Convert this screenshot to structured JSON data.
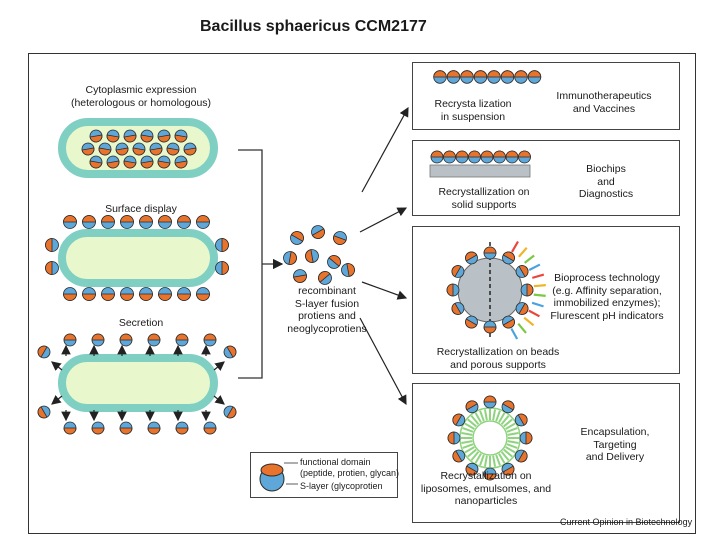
{
  "title": "Bacillus sphaericus CCM2177",
  "left_panel": {
    "cytoplasmic_label_1": "Cytoplasmic expression",
    "cytoplasmic_label_2": "(heterologous or homologous)",
    "surface_label": "Surface display",
    "secretion_label": "Secretion"
  },
  "center": {
    "label_1": "recombinant",
    "label_2": "S-layer fusion",
    "label_3": "protiens and",
    "label_4": "neoglycoprotiens"
  },
  "applications": [
    {
      "process_1": "Recrysta lization",
      "process_2": "in suspension",
      "use_1": "Immunotherapeutics",
      "use_2": "and Vaccines"
    },
    {
      "process_1": "Recrystallization on",
      "process_2": "solid supports",
      "use_1": "Biochips",
      "use_2": "and",
      "use_3": "Diagnostics"
    },
    {
      "process_1": "Recrystallization on beads",
      "process_2": "and porous supports",
      "use_1": "Bioprocess technology",
      "use_2": "(e.g. Affinity separation,",
      "use_3": "immobilized enzymes);",
      "use_4": "Flurescent pH indicators"
    },
    {
      "process_1": "Recrystallization on",
      "process_2": "liposomes, emulsomes, and",
      "process_3": "nanoparticles",
      "use_1": "Encapsulation,",
      "use_2": "Targeting",
      "use_3": "and Delivery"
    }
  ],
  "legend": {
    "functional_1": "functional domain",
    "functional_2": "(peptide, protien, glycan)",
    "slayer": "S-layer (glycoprotien"
  },
  "credit": "Current Opinion in Biotechnology",
  "colors": {
    "cell_fill": "#e8f7cc",
    "cell_border": "#7fcfc3",
    "protein_blue": "#5ea7d8",
    "domain_orange": "#e8732c",
    "bead_gray": "#b9c0c6",
    "membrane_green": "#8fd37f",
    "ray_colors": [
      "#e9473c",
      "#f0b429",
      "#7ac943",
      "#4aa3df"
    ]
  }
}
